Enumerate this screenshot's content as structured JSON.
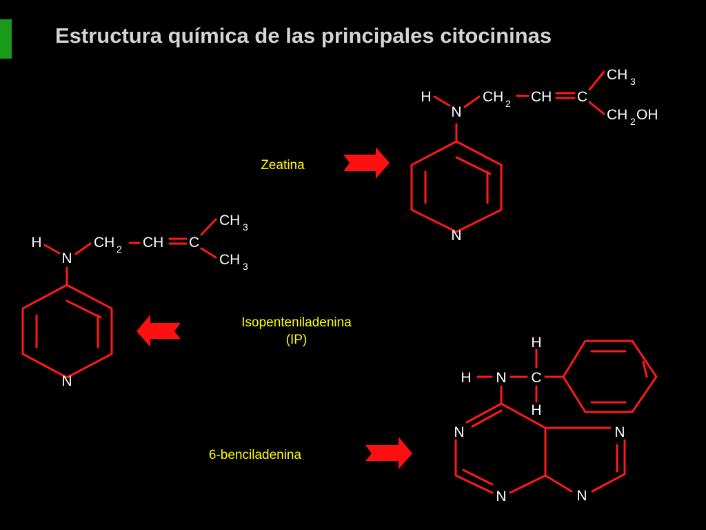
{
  "slide": {
    "title": "Estructura química de las principales citocininas",
    "accent_color": "#1a9a1a",
    "bond_color": "#ff1a1a",
    "arrow_color": "#ff1010",
    "caption_color": "#ffff00"
  },
  "compounds": {
    "zeatina": {
      "name": "Zeatina",
      "arrow_direction": "right",
      "atoms": {
        "h": "H",
        "n_amine": "N",
        "ch_a": "CH",
        "ch_a_sub": "2",
        "ch_b": "CH",
        "c": "C",
        "ch3_a": "CH",
        "ch3_a_sub": "3",
        "ch2oh_a": "CH",
        "ch2oh_sub": "2",
        "ch2oh_b": "OH",
        "n_ring": "N"
      }
    },
    "isopenteniladenina": {
      "name_line1": "Isopenteniladenina",
      "name_line2": "(IP)",
      "arrow_direction": "left",
      "atoms": {
        "h": "H",
        "n_amine": "N",
        "ch_a": "CH",
        "ch_a_sub": "2",
        "ch_b": "CH",
        "c": "C",
        "ch3_top": "CH",
        "ch3_top_sub": "3",
        "ch3_bot": "CH",
        "ch3_bot_sub": "3",
        "n_ring": "N"
      }
    },
    "benciladenina": {
      "name": "6-benciladenina",
      "arrow_direction": "right",
      "atoms": {
        "h_top": "H",
        "h_left": "H",
        "n_amine": "N",
        "c": "C",
        "h_bot": "H",
        "n1": "N",
        "n3": "N",
        "n7": "N",
        "n9": "N"
      }
    }
  }
}
